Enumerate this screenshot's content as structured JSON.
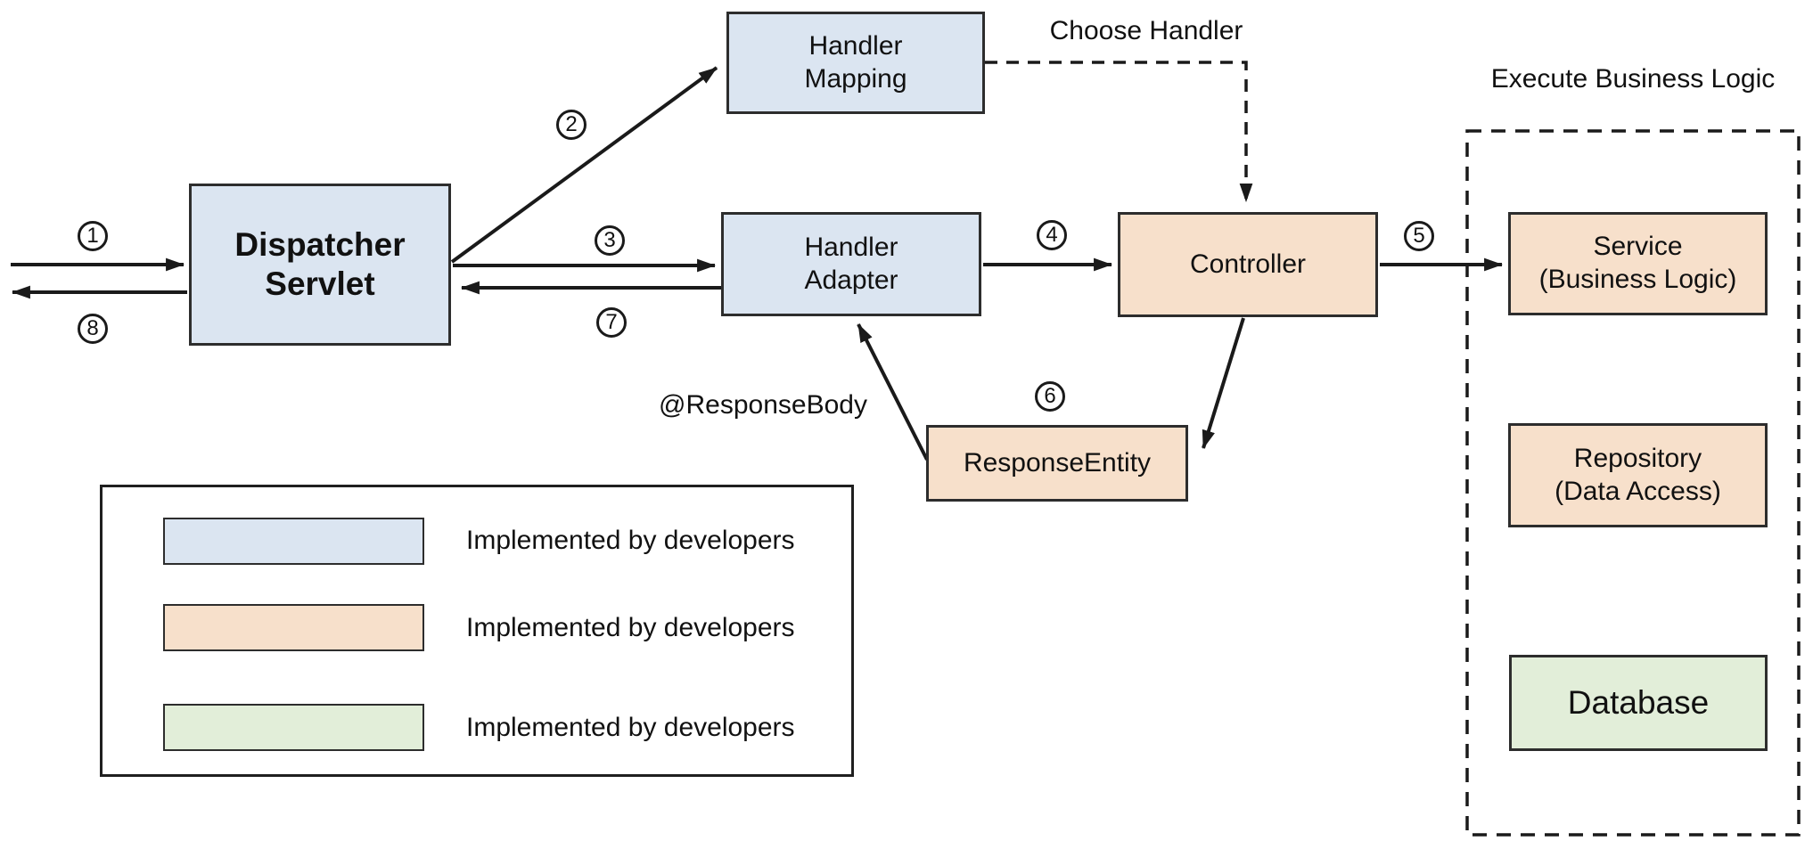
{
  "nodes": {
    "dispatcher_servlet": "Dispatcher\nServlet",
    "handler_mapping": "Handler\nMapping",
    "handler_adapter": "Handler\nAdapter",
    "controller": "Controller",
    "response_entity": "ResponseEntity",
    "service": "Service\n(Business Logic)",
    "repository": "Repository\n(Data Access)",
    "database": "Database"
  },
  "steps": [
    "1",
    "2",
    "3",
    "4",
    "5",
    "6",
    "7",
    "8"
  ],
  "annotations": {
    "choose_handler": "Choose Handler",
    "execute_business_logic": "Execute Business Logic",
    "response_body": "@ResponseBody"
  },
  "legend": {
    "items": [
      {
        "swatch": "blue",
        "label": "Implemented by developers"
      },
      {
        "swatch": "peach",
        "label": "Implemented by developers"
      },
      {
        "swatch": "green",
        "label": "Implemented by developers"
      }
    ]
  },
  "colors": {
    "developer_blue": "#dbe5f1",
    "developer_peach": "#f7e0cb",
    "developer_green": "#e2eed9",
    "box_border": "#2d2d2d",
    "connector": "#1a1a1a"
  }
}
